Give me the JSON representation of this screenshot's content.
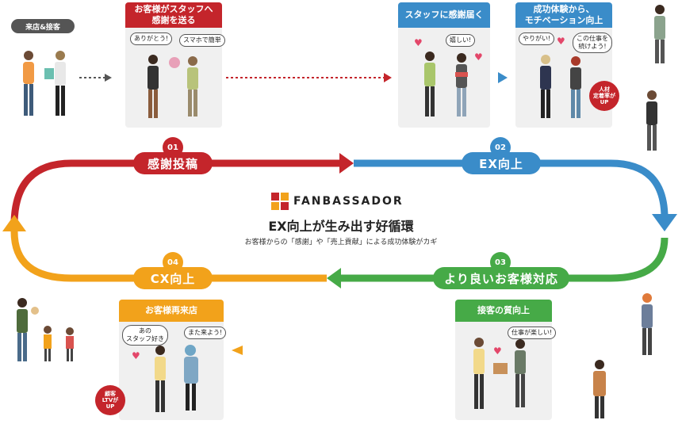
{
  "top_left_label": "来店&接客",
  "panels": {
    "send": {
      "title": "お客様がスタッフへ\n感謝を送る",
      "bubble_left": "ありがとう!",
      "bubble_right": "スマホで簡単"
    },
    "receive": {
      "title": "スタッフに感謝届く",
      "bubble": "嬉しい!"
    },
    "motivation": {
      "title": "成功体験から、\nモチベーション向上",
      "bubble_left": "やりがい!",
      "bubble_right": "この仕事を\n続けよう!",
      "badge": "人材\n定着率が\nUP"
    },
    "service": {
      "title": "接客の質向上",
      "bubble": "仕事が楽しい!"
    },
    "revisit": {
      "title": "お客様再来店",
      "bubble_left": "あの\nスタッフ好き",
      "bubble_right": "また来よう!",
      "badge": "顧客\nLTVが\nUP"
    }
  },
  "steps": [
    {
      "num": "01",
      "label": "感謝投稿",
      "color": "#c4252b"
    },
    {
      "num": "02",
      "label": "EX向上",
      "color": "#3a8cc9"
    },
    {
      "num": "03",
      "label": "より良いお客様対応",
      "color": "#46aa47"
    },
    {
      "num": "04",
      "label": "CX向上",
      "color": "#f2a21b"
    }
  ],
  "center": {
    "brand": "FANBASSADOR",
    "title": "EX向上が生み出す好循環",
    "subtitle": "お客様からの「感謝」や「売上貢献」による成功体験がカギ"
  },
  "colors": {
    "red": "#c4252b",
    "blue": "#3a8cc9",
    "green": "#46aa47",
    "orange": "#f2a21b",
    "panel": "#f0f0f0"
  }
}
